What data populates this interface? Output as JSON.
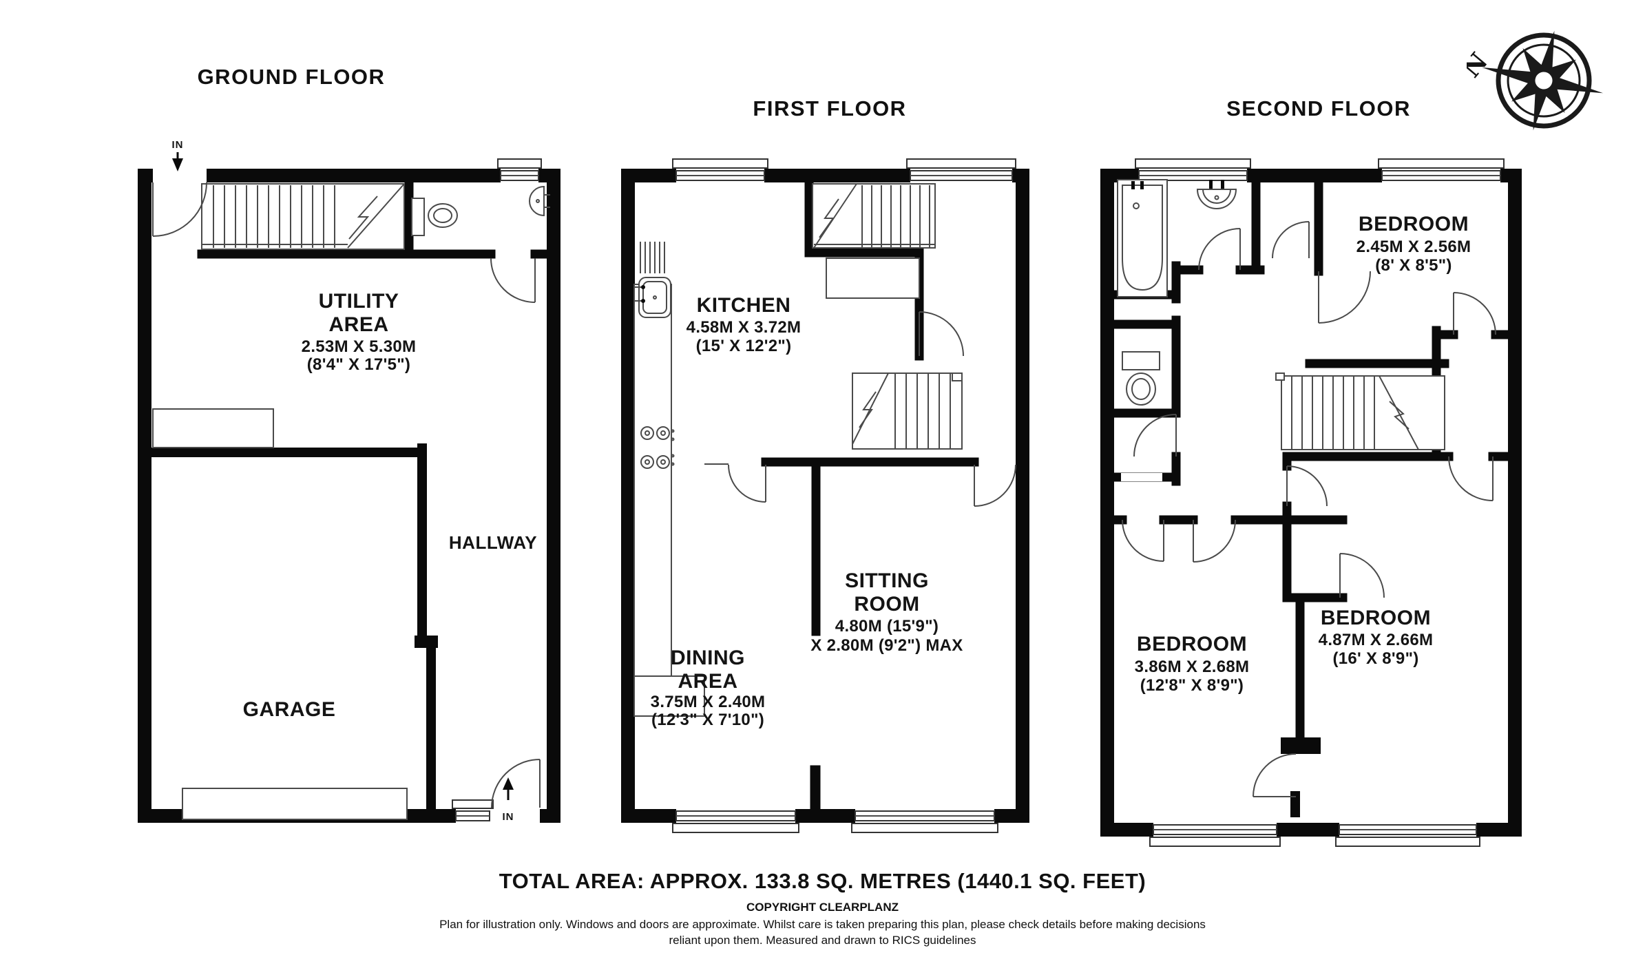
{
  "page": {
    "background": "#ffffff",
    "wall_color": "#0a0a0a",
    "fixture_line_color": "#4a4a4a"
  },
  "labels": {
    "entry": "IN"
  },
  "compass": {
    "north": "N"
  },
  "floors": [
    {
      "title": "GROUND FLOOR",
      "rooms": [
        {
          "name": "UTILITY",
          "name2": "AREA",
          "dims_m": "2.53M X 5.30M",
          "dims_ft": "(8'4\" X 17'5\")"
        },
        {
          "name": "GARAGE"
        },
        {
          "name": "HALLWAY"
        }
      ]
    },
    {
      "title": "FIRST FLOOR",
      "rooms": [
        {
          "name": "KITCHEN",
          "dims_m": "4.58M X 3.72M",
          "dims_ft": "(15' X 12'2\")"
        },
        {
          "name": "SITTING",
          "name2": "ROOM",
          "dims_m": "4.80M (15'9\")",
          "dims_ft": "X 2.80M (9'2\") MAX"
        },
        {
          "name": "DINING",
          "name2": "AREA",
          "dims_m": "3.75M X 2.40M",
          "dims_ft": "(12'3\" X 7'10\")"
        }
      ]
    },
    {
      "title": "SECOND FLOOR",
      "rooms": [
        {
          "name": "BEDROOM",
          "dims_m": "2.45M X 2.56M",
          "dims_ft": "(8' X 8'5\")"
        },
        {
          "name": "BEDROOM",
          "dims_m": "3.86M X 2.68M",
          "dims_ft": "(12'8\" X 8'9\")"
        },
        {
          "name": "BEDROOM",
          "dims_m": "4.87M X 2.66M",
          "dims_ft": "(16' X 8'9\")"
        }
      ]
    }
  ],
  "footer": {
    "total_area": "TOTAL AREA: APPROX. 133.8 SQ. METRES (1440.1 SQ. FEET)",
    "copyright": "COPYRIGHT CLEARPLANZ",
    "disclaimer_line1": "Plan for illustration only. Windows and doors are approximate. Whilst care is taken preparing this plan, please check details before making decisions",
    "disclaimer_line2": "reliant upon them. Measured and drawn to RICS guidelines"
  }
}
